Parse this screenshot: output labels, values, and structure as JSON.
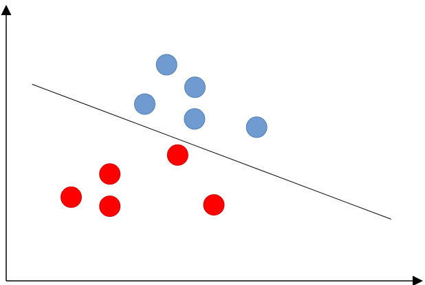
{
  "chart_data": {
    "type": "scatter",
    "title": "",
    "xlabel": "",
    "ylabel": "",
    "xlim": [
      0,
      100
    ],
    "ylim": [
      0,
      100
    ],
    "series": [
      {
        "color": "#6f9bd1",
        "stroke": "#4f7fb5",
        "points": [
          {
            "x": 39,
            "y": 78.5
          },
          {
            "x": 45.9,
            "y": 70.3
          },
          {
            "x": 33.7,
            "y": 64.2
          },
          {
            "x": 45.8,
            "y": 58.8
          },
          {
            "x": 60.9,
            "y": 55.8
          }
        ]
      },
      {
        "color": "#ff0000",
        "stroke": "#d40000",
        "points": [
          {
            "x": 41.7,
            "y": 45.7
          },
          {
            "x": 25.2,
            "y": 38.8
          },
          {
            "x": 15.8,
            "y": 30.4
          },
          {
            "x": 25.2,
            "y": 27.1
          },
          {
            "x": 50.5,
            "y": 27.6
          }
        ]
      }
    ],
    "boundary_line": {
      "x1": 6.3,
      "y1": 71.4,
      "x2": 93.6,
      "y2": 22.4,
      "color": "#000000"
    },
    "axis_color": "#000000"
  }
}
